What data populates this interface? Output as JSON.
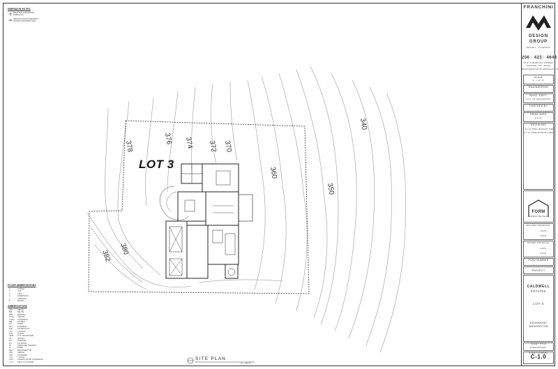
{
  "titleblock": {
    "firm_name_line1": "FRANCHINI",
    "firm_name_line2": "DESIGN",
    "firm_name_line3": "GROUP",
    "firm_tagline": "DESIGN · PLANNING",
    "phone": "206 · 423 · 4644",
    "address_line1": "1312 THOMPSON STREET",
    "address_line2": "SUMNER, WA, 98390",
    "email": "BRIAN@FRANCHINIDESIGN.COM",
    "scale_label": "SCALE",
    "scale_value": "1\" = 12'-0\"",
    "engineering_label": "ENGINEERING",
    "bldg_dept_label": "BLDG. DEPT.",
    "bldg_dept_value": "CITY OF EDGEWOOD",
    "checked_by_label": "CHECKED BY",
    "print_date_label": "PRINT DATE",
    "print_date_value": "4.6.21",
    "revisions_label": "REVISIONS",
    "revisions": [
      {
        "date": "4.11.22",
        "desc": "PRELIMINARY",
        "by": "BDF"
      },
      {
        "date": "4.6.21",
        "desc": "PRELIMINARY",
        "by": "BDF"
      }
    ],
    "form_logo": "FORM",
    "form_sub": "URBAN DESIGN",
    "builder_approval_label": "BUILDER APPROVAL",
    "owner_approval_label": "OWNER APPROVAL",
    "date_label": "DATE",
    "plan_number_label": "PLAN NUMBER",
    "project_label": "PROJECT",
    "project_name_line1": "CALDWELL",
    "project_name_line2": "ESTATES",
    "project_lot": "LOT 3",
    "project_city": "EDGEWOOD",
    "project_state": "WASHINGTON",
    "sheet_title_label": "SHEET TITLE",
    "sheet_title_value": "PRELIMINARY",
    "sheet_number_label": "SHEET NUMBER",
    "sheet_number": "C-1.0"
  },
  "notes": {
    "dimension_title": "DIMENSION NOTES:",
    "dimension_notes": [
      "DENOTES CENTERLINE",
      "DIMENSION",
      "DENOTES EDGE DIMENSION",
      "OFFSET, INDICATED SIDE"
    ],
    "floor_abbr_title": "FLOOR ABBREVIATIONS",
    "floor_abbr": [
      {
        "code": "C",
        "text": "CARPET"
      },
      {
        "code": "T",
        "text": "TILE"
      },
      {
        "code": "V",
        "text": "VINYL"
      },
      {
        "code": "H",
        "text": "HARDWOOD"
      },
      {
        "code": "L",
        "text": "LAMINATE"
      },
      {
        "code": "P",
        "text": "PAVING"
      }
    ],
    "abbr_title": "ABBREVIATIONS",
    "abbr": [
      {
        "code": "ABV",
        "text": "ABOVE"
      },
      {
        "code": "BEL",
        "text": "BELOW"
      },
      {
        "code": "BRG",
        "text": "BEARING"
      },
      {
        "code": "CLNG",
        "text": "CEILING"
      },
      {
        "code": "CONC",
        "text": "CONCRETE"
      },
      {
        "code": "DBL",
        "text": "DOUBLE"
      },
      {
        "code": "DN",
        "text": "DOWN"
      },
      {
        "code": "EXT",
        "text": "EXTERIOR"
      },
      {
        "code": "FDN",
        "text": "FOUNDATION"
      },
      {
        "code": "FTG",
        "text": "FOOTING"
      },
      {
        "code": "FLR",
        "text": "FLOOR"
      },
      {
        "code": "GWB",
        "text": "GYP. WALLBOARD"
      },
      {
        "code": "HT",
        "text": "HEIGHT"
      },
      {
        "code": "INT",
        "text": "INTERIOR"
      },
      {
        "code": "PLY",
        "text": "PLYWOOD"
      },
      {
        "code": "PT",
        "text": "PRESSURE TREATED"
      },
      {
        "code": "R",
        "text": "RISER"
      },
      {
        "code": "REF",
        "text": "REFRIGERATOR"
      },
      {
        "code": "SIM",
        "text": "SIMILAR"
      },
      {
        "code": "STD",
        "text": "STANDARD"
      },
      {
        "code": "TYP",
        "text": "TYPICAL"
      },
      {
        "code": "UNO",
        "text": "UNLESS NOTED OTHERWISE"
      },
      {
        "code": "V.T.O.",
        "text": "VENT TO OUTSIDE"
      }
    ]
  },
  "drawing": {
    "lot_label": "LOT 3",
    "contours": [
      "382",
      "380",
      "378",
      "376",
      "374",
      "372",
      "370",
      "360",
      "350",
      "340"
    ],
    "title": "SITE PLAN",
    "scale_note": "1\" = 12'-0\""
  }
}
